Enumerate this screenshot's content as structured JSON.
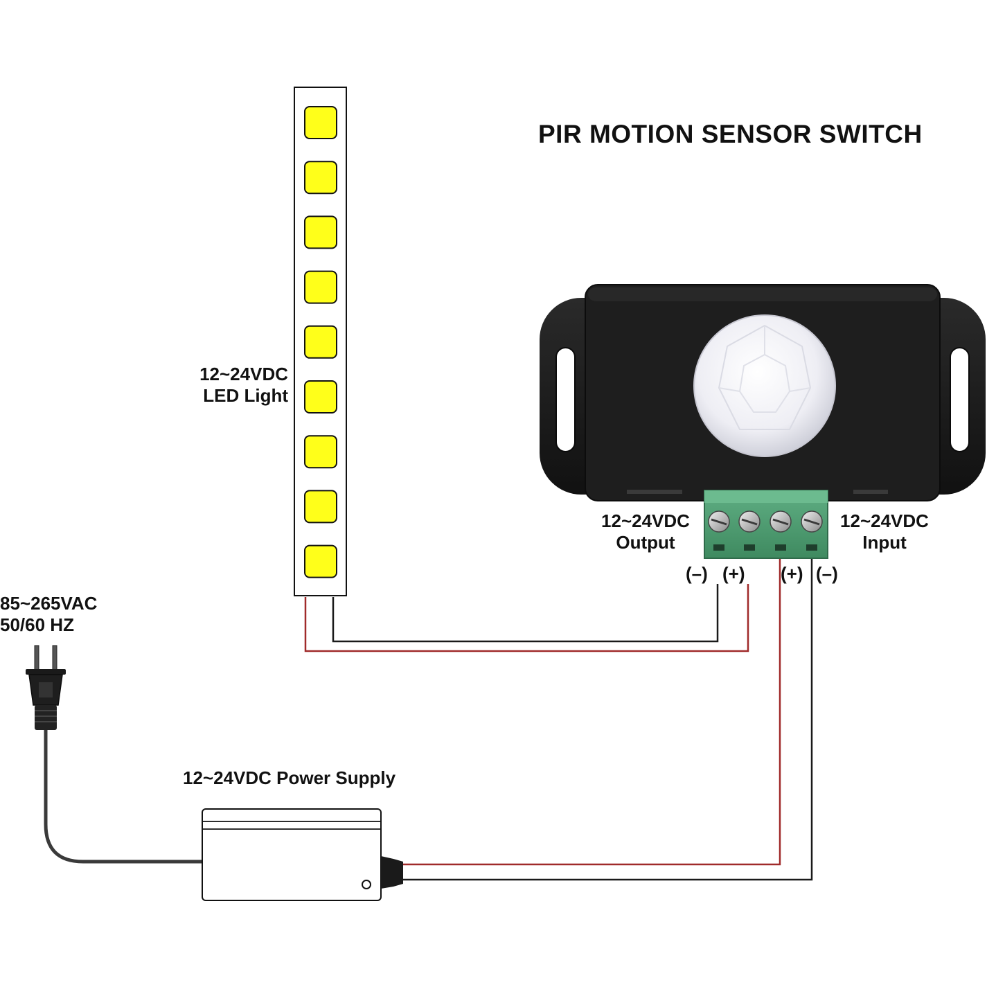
{
  "diagram": {
    "title": "PIR MOTION SENSOR SWITCH",
    "led_light": {
      "line1": "12~24VDC",
      "line2": "LED Light"
    },
    "sensor_output": {
      "line1": "12~24VDC",
      "line2": "Output"
    },
    "sensor_input": {
      "line1": "12~24VDC",
      "line2": "Input"
    },
    "terminals": [
      "(–)",
      "(+)",
      "(+)",
      "(–)"
    ],
    "ac_input": {
      "line1": "85~265VAC",
      "line2": "50/60 HZ"
    },
    "power_supply": "12~24VDC Power Supply"
  },
  "colors": {
    "wire_positive": "#a02a2a",
    "wire_negative": "#1a1a1a",
    "led_chip": "#ffff1a",
    "sensor_body": "#1e1e1e",
    "terminal_block": "#4d9a70"
  },
  "components": {
    "led_strip_chip_count": 9,
    "icons": [
      "led-strip",
      "pir-sensor-module",
      "terminal-block",
      "ac-plug",
      "power-supply"
    ]
  }
}
